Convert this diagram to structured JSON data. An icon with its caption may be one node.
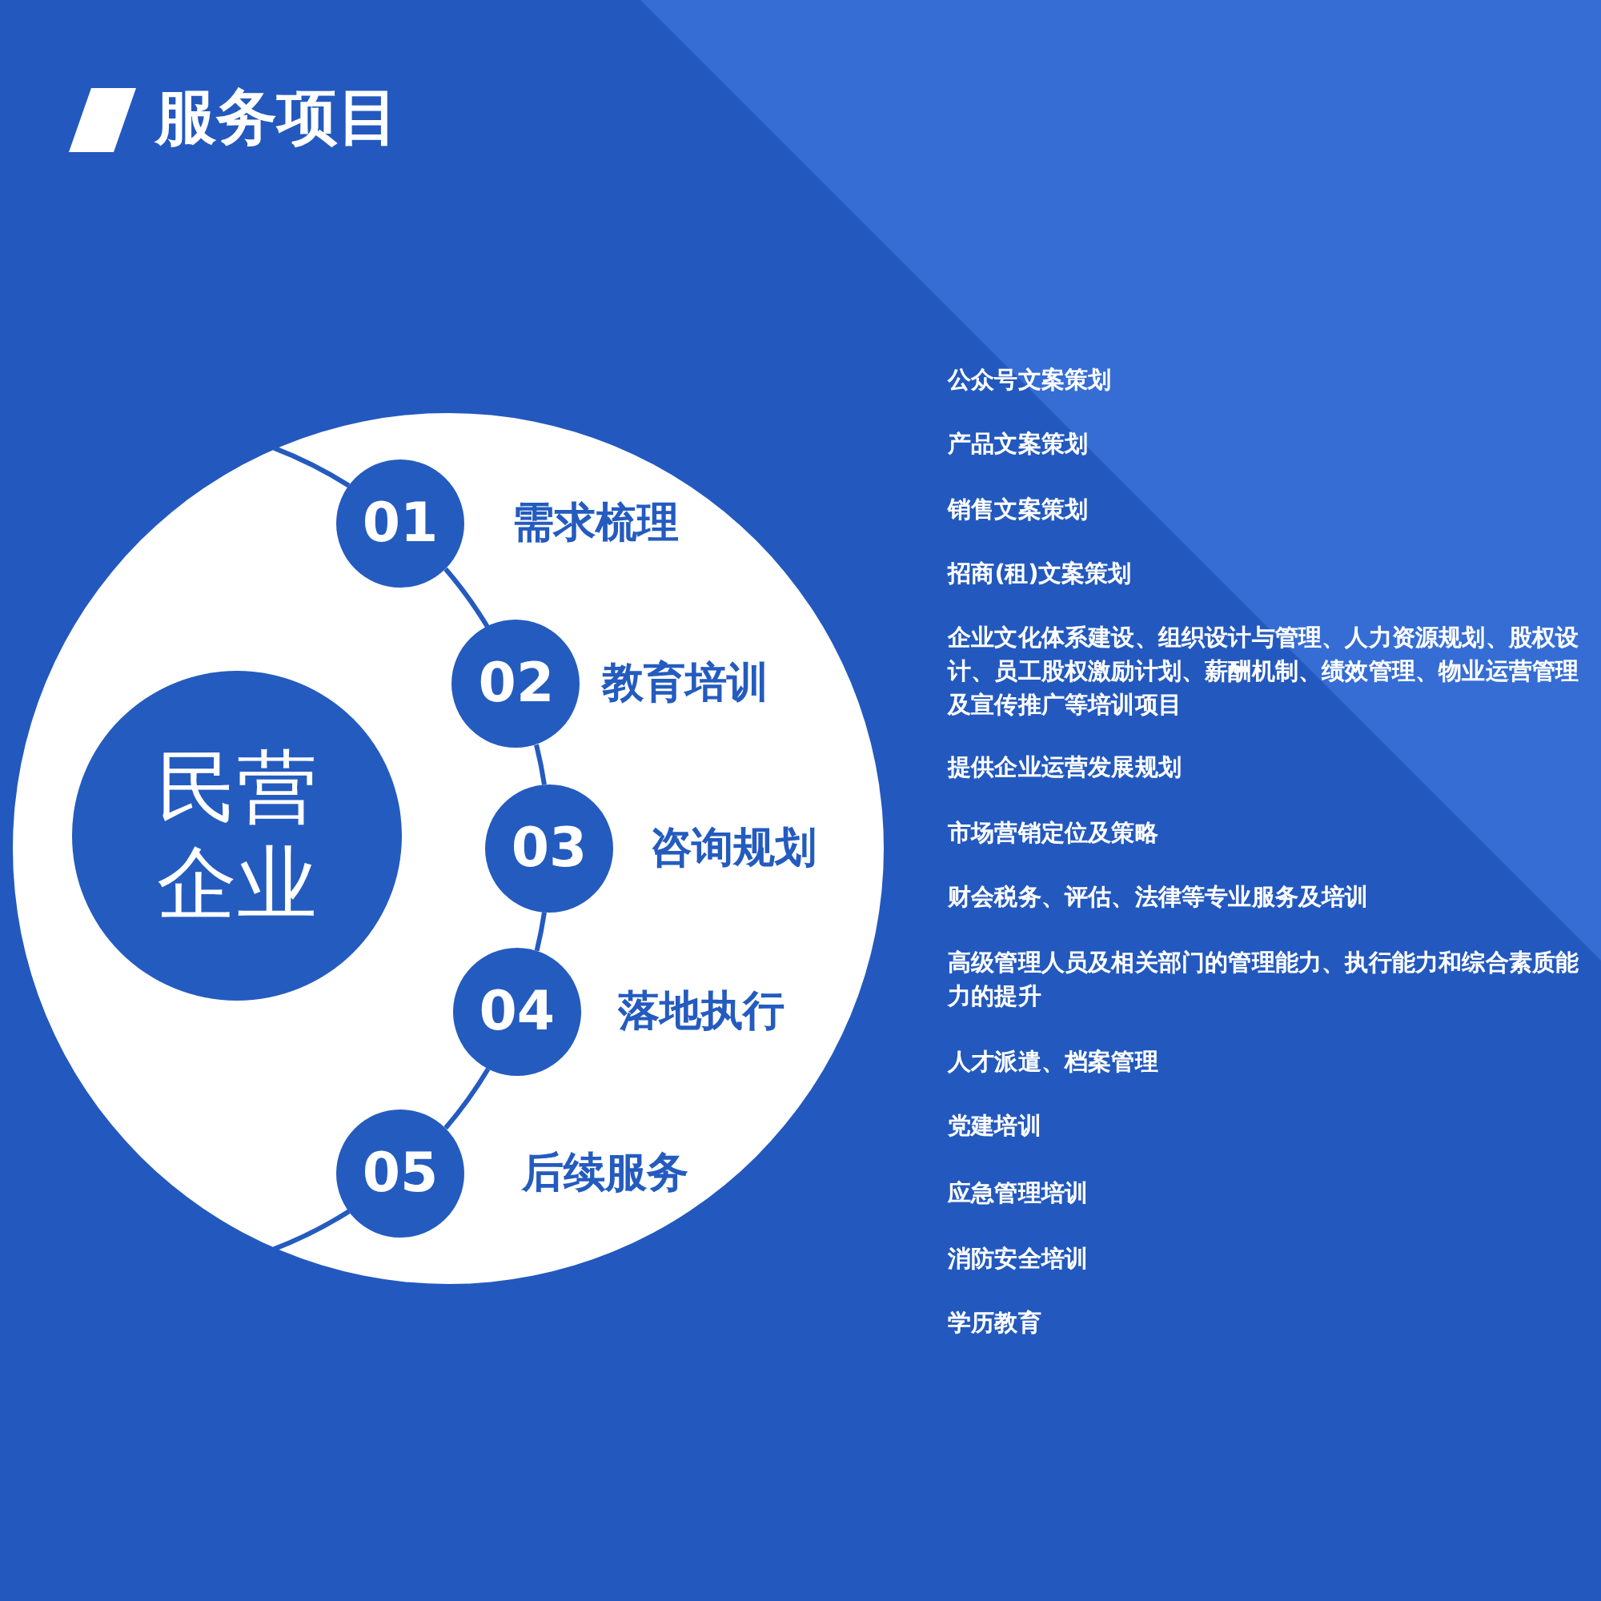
{
  "diagram": {
    "title": "服务项目",
    "nodes": [
      {
        "text": [],
        "shape": "circle"
      },
      {
        "text": [
          "民营企业"
        ],
        "in": 0
      },
      {
        "text": [
          "01"
        ],
        "beside": [
          "需求梳理"
        ],
        "in": 0
      },
      {
        "text": [
          "02"
        ],
        "beside": [
          "教育培训"
        ],
        "in": 0
      },
      {
        "text": [
          "03"
        ],
        "beside": [
          "咨询规划"
        ],
        "in": 0
      },
      {
        "text": [
          "04"
        ],
        "beside": [
          "落地执行"
        ],
        "in": 0
      },
      {
        "text": [
          "05"
        ],
        "beside": [
          "后续服务"
        ],
        "in": 0
      }
    ],
    "edges": [
      {
        "from": null,
        "to": 2,
        "arrow": "none"
      },
      {
        "from": 2,
        "to": 3,
        "arrow": "none"
      },
      {
        "from": 3,
        "to": 4,
        "arrow": "none"
      },
      {
        "from": 4,
        "to": 5,
        "arrow": "none"
      },
      {
        "from": 5,
        "to": 6,
        "arrow": "none"
      },
      {
        "from": 6,
        "to": null,
        "arrow": "none"
      }
    ],
    "labels": [
      "公众号文案策划",
      "产品文案策划",
      "销售文案策划",
      "招商(租)文案策划",
      "企业文化体系建设、组织设计与管理、人力资源规划、股权设计、员工股权激励计划、薪酬机制、绩效管理、物业运营管理及宣传推广等培训项目",
      "提供企业运营发展规划",
      "市场营销定位及策略",
      "财会税务、评估、法律等专业服务及培训",
      "高级管理人员及相关部门的管理能力、执行能力和综合素质能力的提升",
      "人才派遣、档案管理",
      "党建培训",
      "应急管理培训",
      "消防安全培训",
      "学历教育"
    ]
  }
}
